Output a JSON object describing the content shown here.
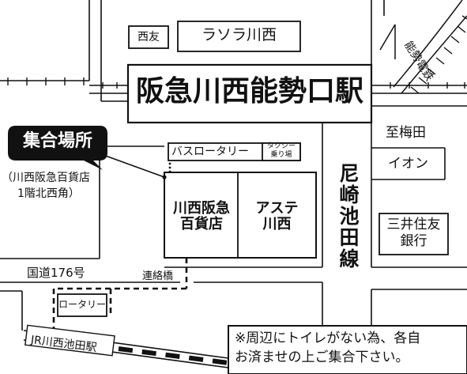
{
  "station_main": "阪急川西能勢口駅",
  "meeting_point": {
    "title": "集合場所",
    "detail_line1": "（川西阪急百貨店",
    "detail_line2": "1階北西角）"
  },
  "buildings": {
    "nishitomo": "西友",
    "lasora": "ラソラ川西",
    "bus_rotary": "バスロータリー",
    "taxi_line1": "タクシー",
    "taxi_line2": "乗り場",
    "hankyu_dept_line1": "川西阪急",
    "hankyu_dept_line2": "百貨店",
    "aste_line1": "アステ",
    "aste_line2": "川西",
    "aeon": "イオン",
    "mitsui_line1": "三井住友",
    "mitsui_line2": "銀行",
    "rotary_small": "ロータリー"
  },
  "labels": {
    "to_umeda": "至梅田",
    "route176": "国道176号",
    "connecting_bridge": "連絡橋",
    "jr_station": "JR川西池田駅",
    "nose_railway": "能勢電鉄",
    "ikeda_line": "尼崎池田線"
  },
  "notice": {
    "line1": "※周辺にトイレがない為、各自",
    "line2": "お済ませの上ご集合下さい。"
  },
  "colors": {
    "ink": "#111111",
    "callout_fill": "#111111",
    "callout_text": "#ffffff",
    "background": "#ffffff"
  }
}
